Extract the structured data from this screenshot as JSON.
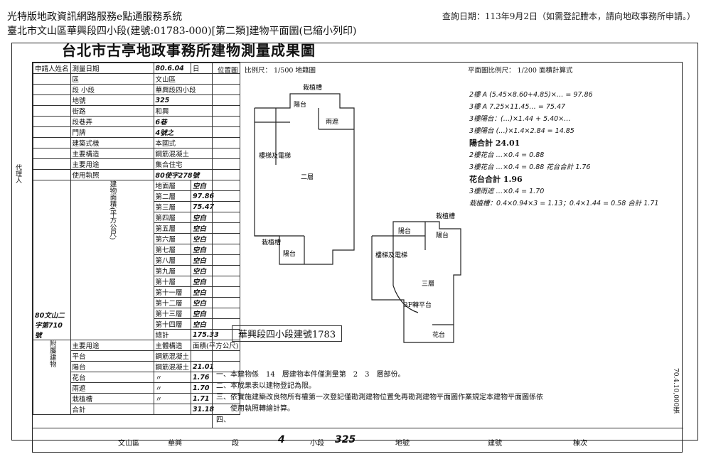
{
  "header": {
    "system_name": "光特版地政資訊網路服務e點通服務系統",
    "query_date": "查詢日期：113年9月2日（如需登記謄本，請向地政事務所申請。）",
    "record_line": "臺北市文山區華興段四小段(建號:01783-000)[第二類]建物平面圖(已縮小列印)"
  },
  "document": {
    "title": "台北市古亭地政事務所建物測量成果圖",
    "scale_left_label": "位置圖　比例尺：",
    "scale_left_value": "1/500",
    "scale_left_suffix": "地籍圖",
    "scale_right_label": "平面圖比例尺：",
    "scale_right_value": "1/200",
    "scale_right_suffix": "面積計算式"
  },
  "form": {
    "applicant_label": "申請人姓名",
    "survey_date_label": "測量日期",
    "survey_date_value": "80.6.04",
    "survey_date_unit": "日",
    "district_label": "區",
    "district_value": "文山區",
    "section_label": "段 小段",
    "section_value": "華興段四小段",
    "lot_label": "地號",
    "lot_value": "325",
    "street_label": "街路",
    "street_value": "和興",
    "lane_label": "段巷弄",
    "lane_value": "6巷",
    "number_label": "門牌",
    "number_value": "4號之",
    "structure_label": "建築式樣",
    "structure_value": "本國式",
    "material_label": "主要構造",
    "material_value": "鋼筋混凝土",
    "use_label": "主要用途",
    "use_value": "集合住宅",
    "permit_label": "使用執照",
    "permit_value": "80使字278號",
    "floors_label": "建物面積(平方公尺)",
    "floors": [
      {
        "name": "地面層",
        "value": "空白"
      },
      {
        "name": "第二層",
        "value": "97.86"
      },
      {
        "name": "第三層",
        "value": "75.47"
      },
      {
        "name": "第四層",
        "value": "空白"
      },
      {
        "name": "第五層",
        "value": "空白"
      },
      {
        "name": "第六層",
        "value": "空白"
      },
      {
        "name": "第七層",
        "value": "空白"
      },
      {
        "name": "第八層",
        "value": "空白"
      },
      {
        "name": "第九層",
        "value": "空白"
      },
      {
        "name": "第十層",
        "value": "空白"
      },
      {
        "name": "第十一層",
        "value": "空白"
      },
      {
        "name": "第十二層",
        "value": "空白"
      },
      {
        "name": "第十三層",
        "value": "空白"
      },
      {
        "name": "第十四層",
        "value": "空白"
      }
    ],
    "total_label": "總計",
    "total_value": "175.33",
    "applicant_number": "80文山二字第710號",
    "aux_label": "附屬建物",
    "aux_header_use": "主要用途",
    "aux_header_struct": "主體構造",
    "aux_header_area": "面積(平方公尺)",
    "aux_rows": [
      {
        "use": "平台",
        "struct": "鋼筋混凝土",
        "area": ""
      },
      {
        "use": "陽台",
        "struct": "鋼筋混凝土",
        "area": "21.01"
      },
      {
        "use": "花台",
        "struct": "〃",
        "area": "1.76"
      },
      {
        "use": "雨遮",
        "struct": "〃",
        "area": "1.70"
      },
      {
        "use": "栽植槽",
        "struct": "〃",
        "area": "1.71"
      },
      {
        "use": "合計",
        "struct": "",
        "area": "31.18"
      }
    ]
  },
  "plan_labels": {
    "upper_floor": "二層",
    "lower_floor": "三層",
    "balcony": "陽台",
    "flower_bed": "栽植槽",
    "stair": "樓梯及電梯",
    "planter": "花台",
    "rain_cover": "雨遮",
    "porch_note": "3F轉平台"
  },
  "calc_lines": [
    "2樓 A (5.45×8.60+4.85)×… = 97.86",
    "3樓 A 7.25×11.45… = 75.47",
    "3樓陽台：(…)×1.44 + 5.40×… ",
    "3樓陽台 (…)×1.4×2.84 = 14.85",
    "2樓花台 …×0.4 = 0.88",
    "3樓花台 …×0.4 = 0.88   花台合計 1.76",
    "3樓雨遮 …×0.4 = 1.70",
    "栽植槽：0.4×0.94×3 = 1.13；0.4×1.44 = 0.58  合計 1.71"
  ],
  "calc_totals": {
    "balcony_total": "陽合計 24.01",
    "flower_total": "花台合計 1.96"
  },
  "stamp_text": "華興段四小段建號1783",
  "notes": [
    "一、本建物係　14　層建物本件僅測量第　2　3　層部份。",
    "二、本成果表以建物登記為限。",
    "三、依實施建築改良物所有權第一次登記僅勘測建物位置免再勘測建物平面圖作業規定本建物平面圖係依",
    "　　使用執照轉繪計算。",
    "四、"
  ],
  "footer": {
    "district": "文山區",
    "section": "華興",
    "section_suffix": "段",
    "subsection": "4",
    "subsection_suffix": "小段",
    "lot": "325",
    "lot_suffix": "地號",
    "building_suffix": "建號",
    "series_suffix": "棟次"
  },
  "side_stamp": "70.4.10,000張",
  "left_margin_label": "代理人"
}
